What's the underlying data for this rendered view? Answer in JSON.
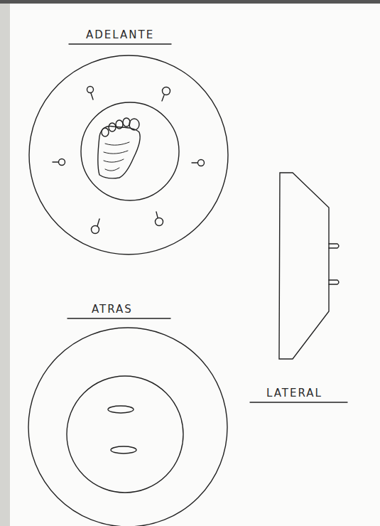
{
  "diagram": {
    "labels": [
      "ADELANTE",
      "ATRAS",
      "LATERAL"
    ]
  }
}
